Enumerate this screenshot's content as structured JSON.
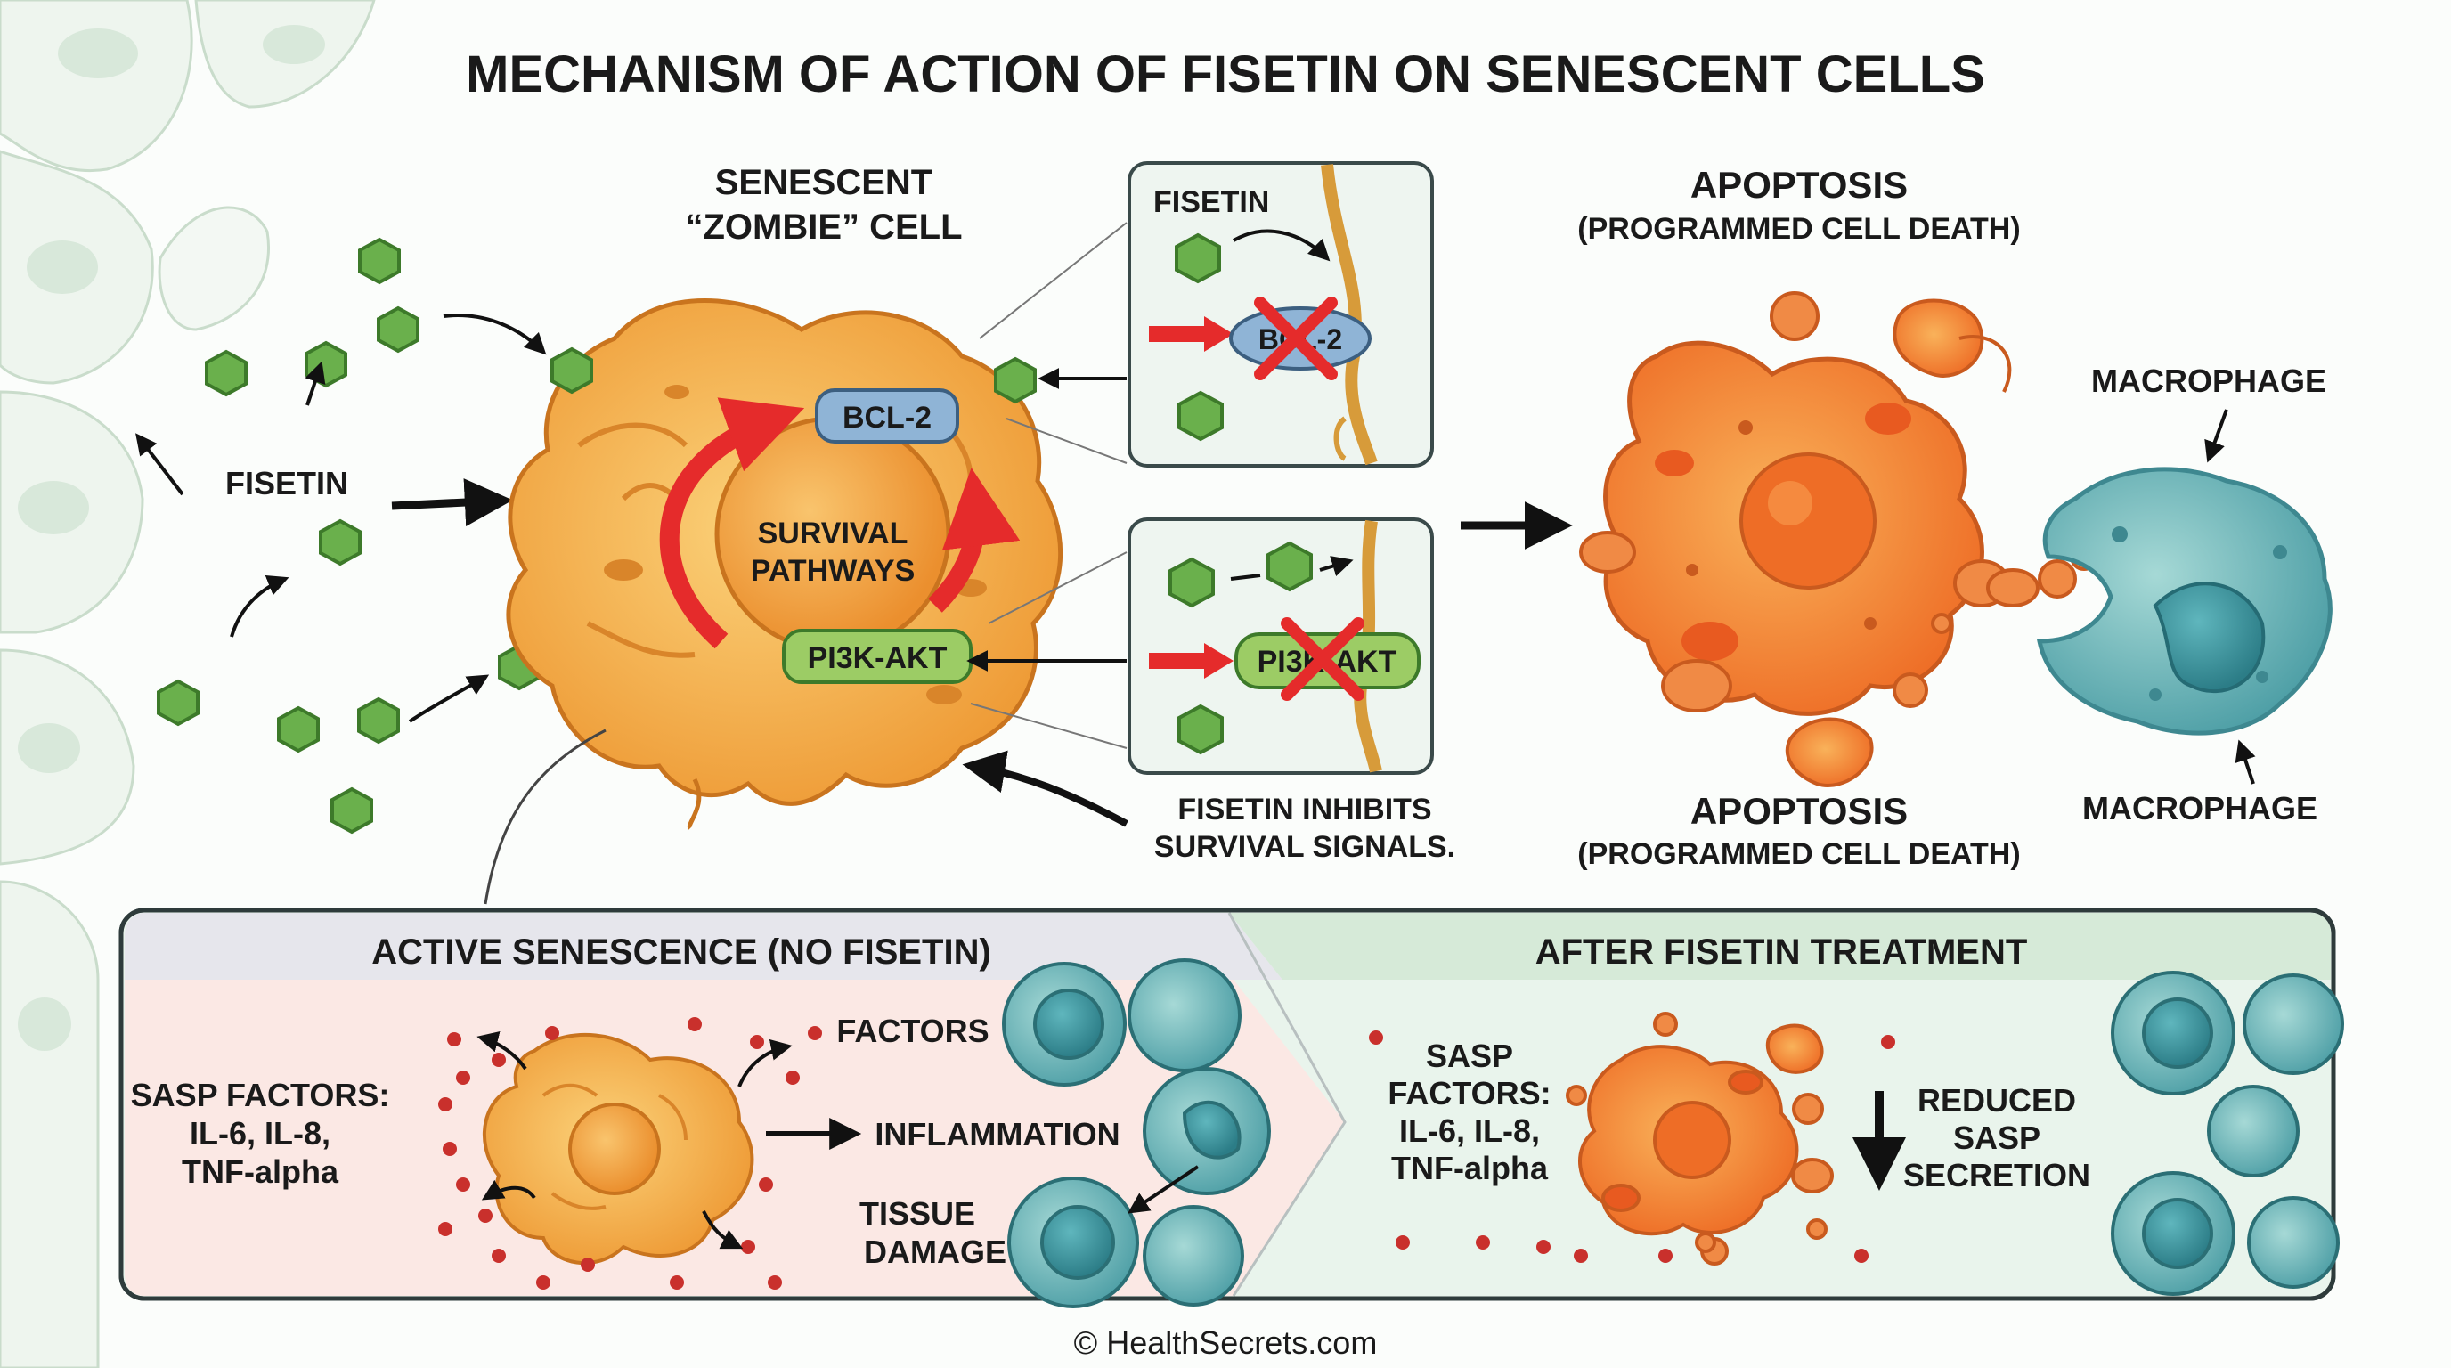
{
  "title": "MECHANISM OF ACTION OF FISETIN ON SENESCENT CELLS",
  "senescent_cell": {
    "heading_line1": "SENESCENT",
    "heading_line2": "“ZOMBIE” CELL",
    "survival_line1": "SURVIVAL",
    "survival_line2": "PATHWAYS",
    "bcl2": "BCL-2",
    "pi3k": "PI3K-AKT"
  },
  "fisetin_label": "FISETIN",
  "inset_top": {
    "label": "FISETIN",
    "target": "BCL-2"
  },
  "inset_bottom": {
    "target": "PI3K-AKT"
  },
  "inhibits_line1": "FISETIN INHIBITS",
  "inhibits_line2": "SURVIVAL SIGNALS.",
  "apoptosis_top": {
    "line1": "APOPTOSIS",
    "line2": "(PROGRAMMED CELL DEATH)"
  },
  "apoptosis_bottom": {
    "line1": "APOPTOSIS",
    "line2": "(PROGRAMMED CELL DEATH)"
  },
  "macrophage_top": "MACROPHAGE",
  "macrophage_bottom": "MACROPHAGE",
  "panel_left": {
    "title": "ACTIVE SENESCENCE (NO FISETIN)",
    "sasp_line1": "SASP FACTORS:",
    "sasp_line2": "IL-6, IL-8,",
    "sasp_line3": "TNF-alpha",
    "factors": "FACTORS",
    "inflammation": "INFLAMMATION",
    "tissue": "TISSUE",
    "damage": "DAMAGE"
  },
  "panel_right": {
    "title": "AFTER FISETIN TREATMENT",
    "sasp_line1": "SASP",
    "sasp_line2": "FACTORS:",
    "sasp_line3": "IL-6, IL-8,",
    "sasp_line4": "TNF-alpha",
    "reduced_line1": "REDUCED",
    "reduced_line2": "SASP",
    "reduced_line3": "SECRETION"
  },
  "footer": "© HealthSecrets.com",
  "colors": {
    "fisetin_green": "#6ab04c",
    "senescent_orange": "#f0a640",
    "apoptotic_orange": "#f07a30",
    "macrophage_teal": "#6fb8b8",
    "inhibit_red": "#e52b2b",
    "bcl2_blue": "#8fb4d6",
    "pi3k_green": "#9ccc65",
    "panel_left_bg": "#fbe8e4",
    "panel_right_bg": "#e9f4ec",
    "panel_left_header": "#e6e6ec",
    "panel_right_header": "#d6ead8"
  }
}
